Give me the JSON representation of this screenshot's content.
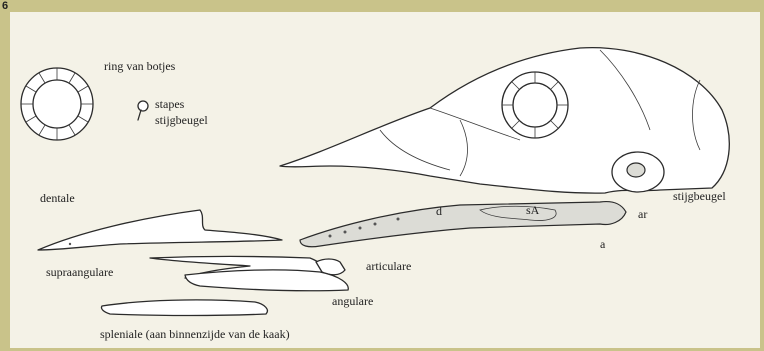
{
  "figure": {
    "number": "6",
    "labels": {
      "ring": "ring van botjes",
      "stapes": "stapes",
      "stijgbeugel": "stijgbeugel",
      "stijgbeugel_right": "stijgbeugel",
      "dentale": "dentale",
      "supraangulare": "supraangulare",
      "articulare": "articulare",
      "angulare": "angulare",
      "spleniale": "spleniale (aan binnenzijde van de kaak)",
      "d": "d",
      "sa": "sA",
      "ar": "ar",
      "a": "a"
    }
  }
}
